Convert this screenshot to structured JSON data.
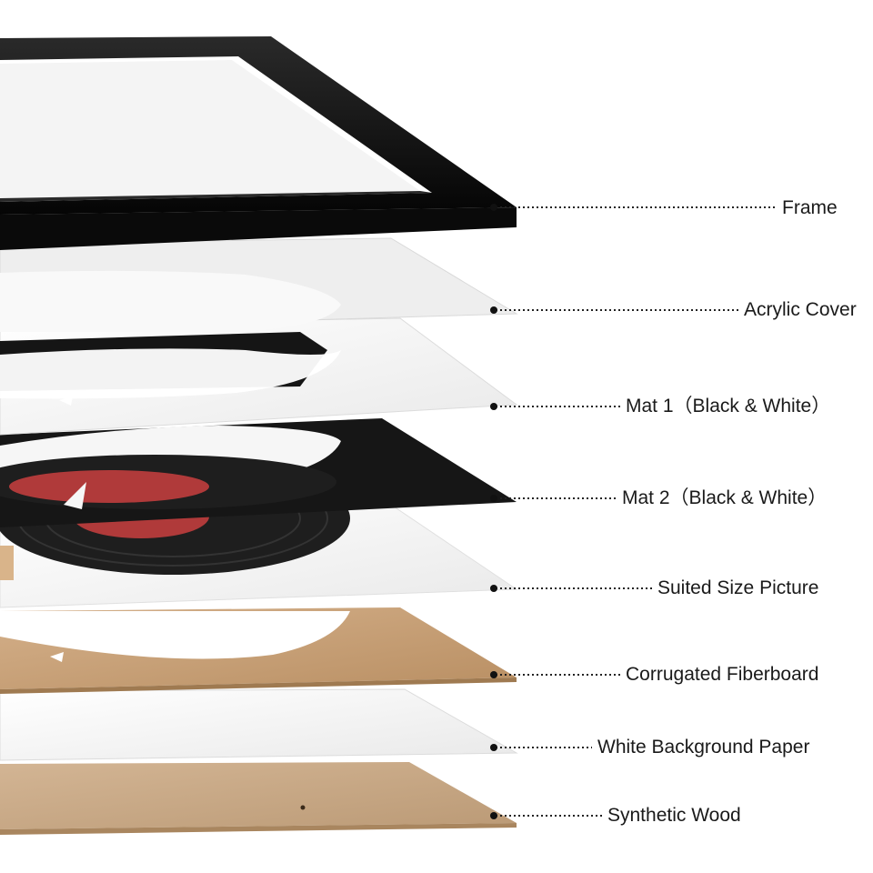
{
  "layers": [
    {
      "id": "frame",
      "label": "Frame"
    },
    {
      "id": "acrylic",
      "label": "Acrylic Cover"
    },
    {
      "id": "mat1",
      "label": "Mat 1（Black & White）"
    },
    {
      "id": "mat2",
      "label": "Mat 2（Black & White）"
    },
    {
      "id": "picture",
      "label": "Suited Size Picture"
    },
    {
      "id": "fiberboard",
      "label": "Corrugated Fiberboard"
    },
    {
      "id": "paper",
      "label": "White Background Paper"
    },
    {
      "id": "wood",
      "label": "Synthetic Wood"
    }
  ],
  "colors": {
    "frame": "#111111",
    "mat_black": "#1a1a1a",
    "white_sheet": "#f2f2f2",
    "kraft": "#c8a27a",
    "wood": "#c7a784",
    "record_label": "#b03a3a"
  }
}
